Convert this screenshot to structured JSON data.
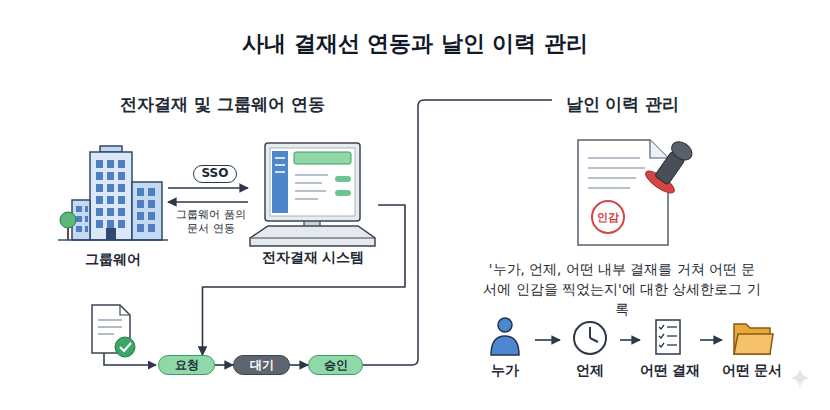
{
  "diagram": {
    "title": "사내 결재선 연동과 날인 이력 관리",
    "nodes": [
      {
        "text": [
          "그룹웨어"
        ]
      },
      {
        "text": [
          "전자결재 시스템"
        ]
      },
      {
        "text": [
          "요청"
        ]
      },
      {
        "text": [
          "대기"
        ]
      },
      {
        "text": [
          "승인"
        ]
      },
      {
        "text": [
          "인감"
        ]
      },
      {
        "text": [
          "누가"
        ]
      },
      {
        "text": [
          "언제"
        ]
      },
      {
        "text": [
          "어떤 결재"
        ]
      },
      {
        "text": [
          "어떤 문서"
        ]
      }
    ],
    "edges": [
      {
        "from": 0,
        "to": 1,
        "label": "SSO",
        "arrow": "to"
      },
      {
        "from": 1,
        "to": 0,
        "label": "그룹웨어 품의 문서 연동",
        "arrow": "to"
      },
      {
        "from": 1,
        "to": 2,
        "arrow": "to"
      },
      {
        "from": 2,
        "to": 3,
        "arrow": "to"
      },
      {
        "from": 3,
        "to": 4,
        "arrow": "to"
      },
      {
        "from": 6,
        "to": 7,
        "arrow": "to"
      },
      {
        "from": 7,
        "to": 8,
        "arrow": "to"
      },
      {
        "from": 8,
        "to": 9,
        "arrow": "to"
      }
    ],
    "labels": [
      "전자결재 및 그룹웨어 연동",
      "날인 이력 관리",
      "'누가, 언제, 어떤 내부 결재를 거쳐 어떤 문서에 인감을 찍었는지'에 대한 상세한로그 기록"
    ]
  }
}
